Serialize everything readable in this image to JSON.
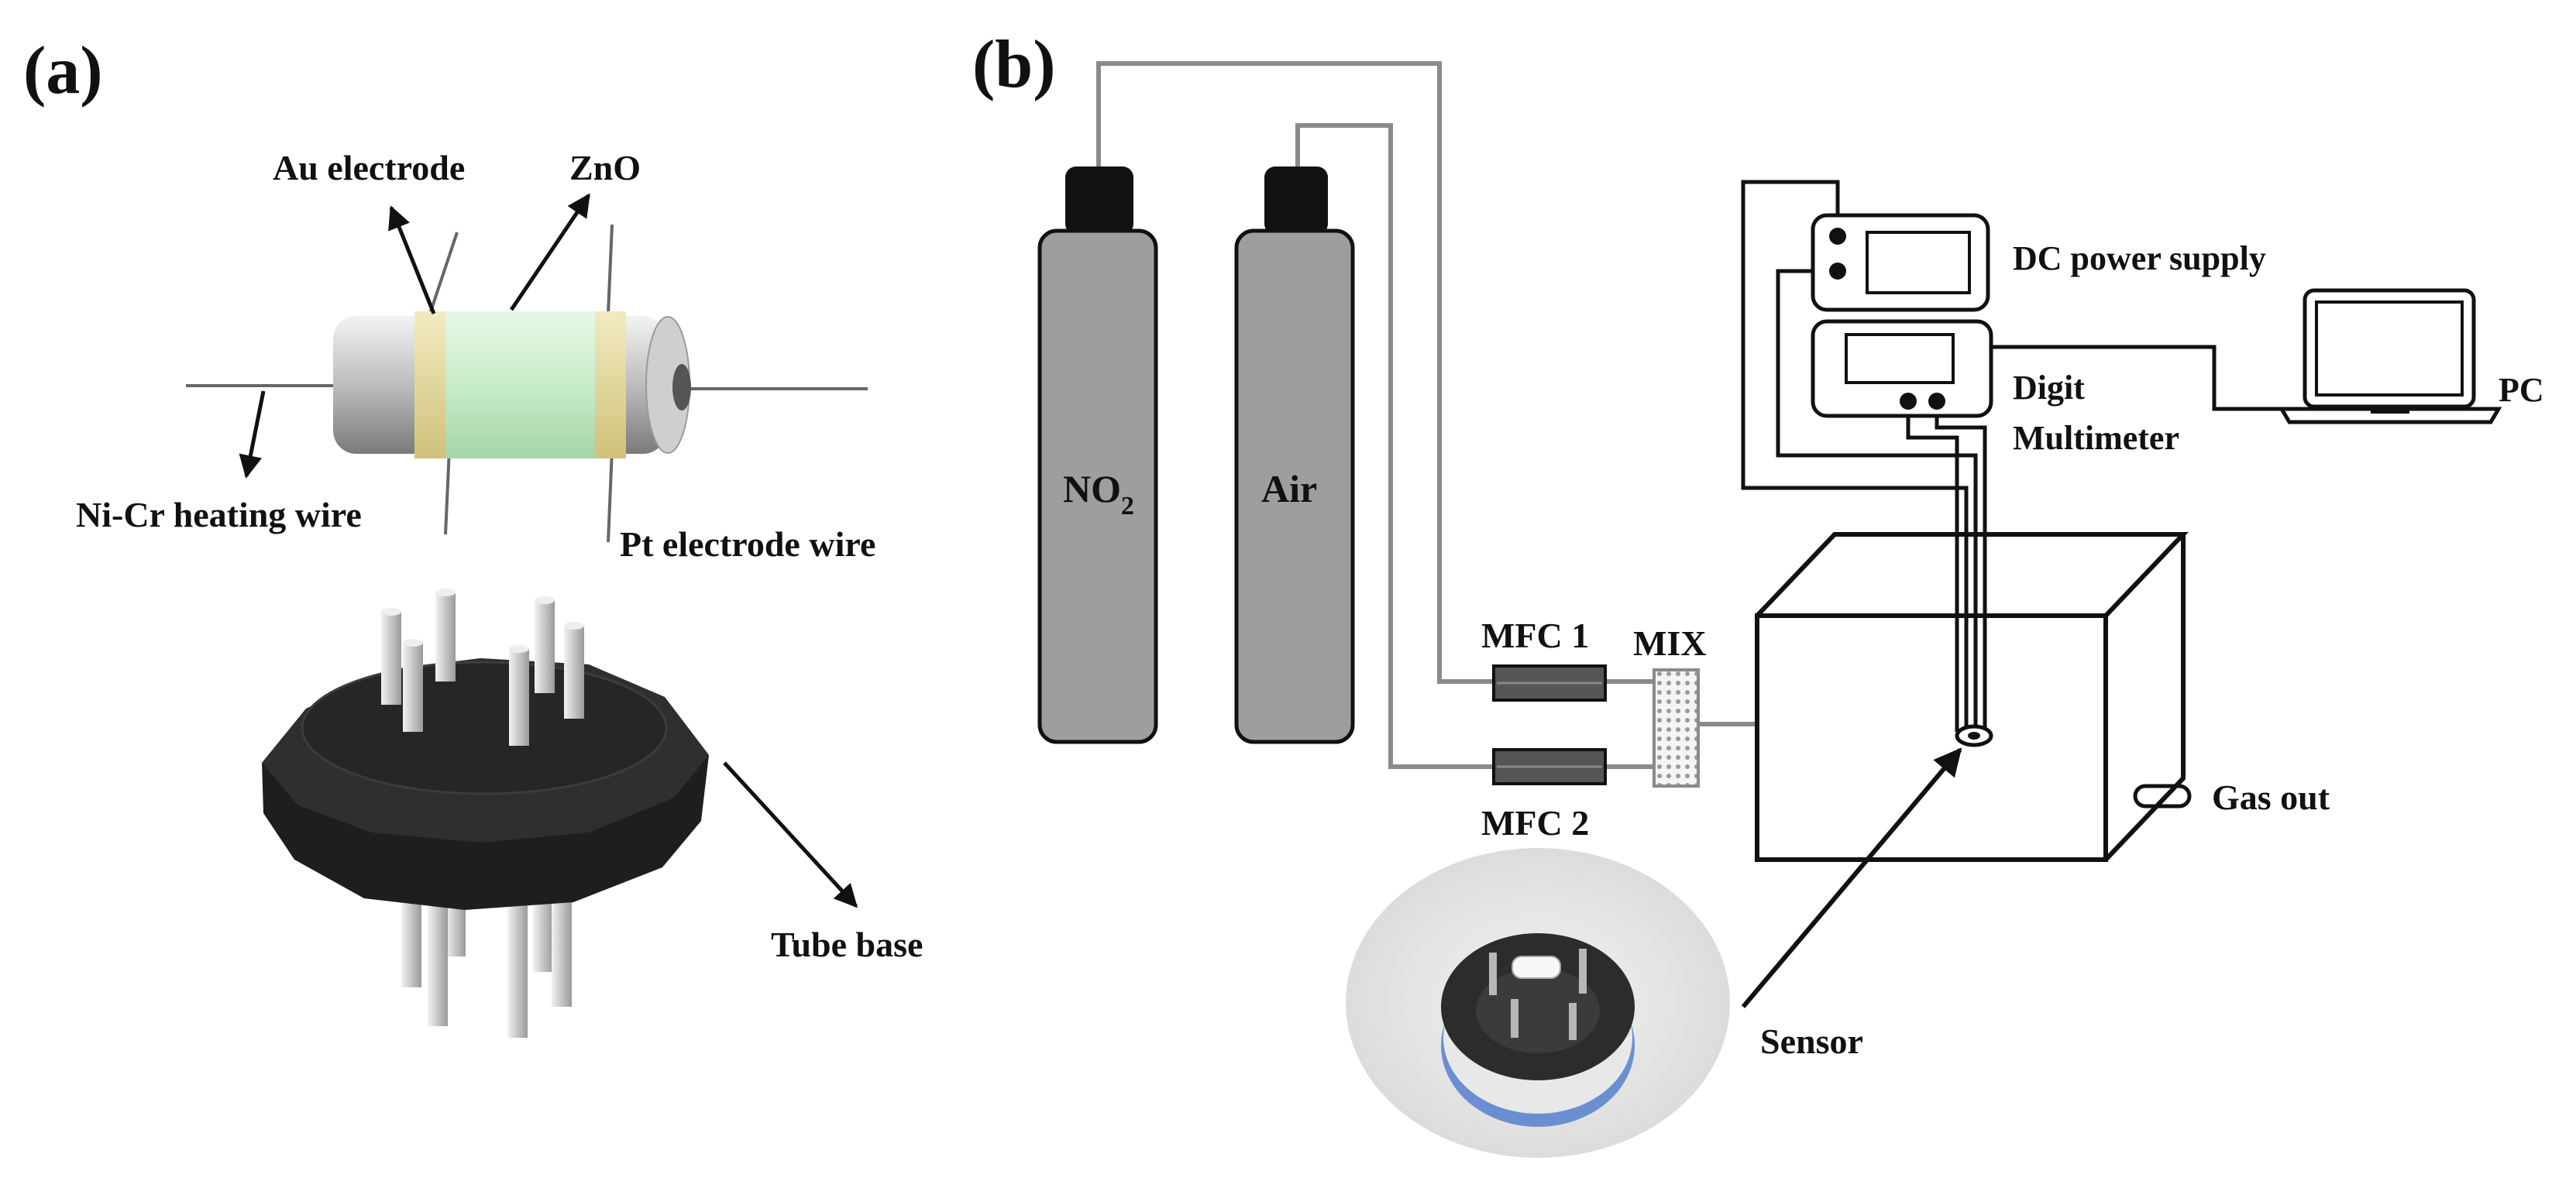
{
  "panel_a": {
    "tag": "(a)",
    "labels": {
      "au_electrode": "Au electrode",
      "zno": "ZnO",
      "heating_wire": "Ni-Cr heating wire",
      "pt_wire": "Pt electrode wire",
      "tube_base": "Tube base"
    }
  },
  "panel_b": {
    "tag": "(b)",
    "cylinders": {
      "no2_main": "NO",
      "no2_sub": "2",
      "air": "Air"
    },
    "mfc1": "MFC 1",
    "mfc2": "MFC 2",
    "mix": "MIX",
    "dc_power": "DC power supply",
    "multimeter_line1": "Digit",
    "multimeter_line2": "Multimeter",
    "pc": "PC",
    "gas_out": "Gas out",
    "sensor": "Sensor"
  },
  "colors": {
    "zno": "#c8ecc8",
    "gold_band": "#e6dca0",
    "cylinder": "#9e9e9e",
    "valve": "#111111",
    "pipe": "#8a8a8a",
    "tube_base": "#2a2a2a",
    "pin": "#d0d0d0"
  }
}
